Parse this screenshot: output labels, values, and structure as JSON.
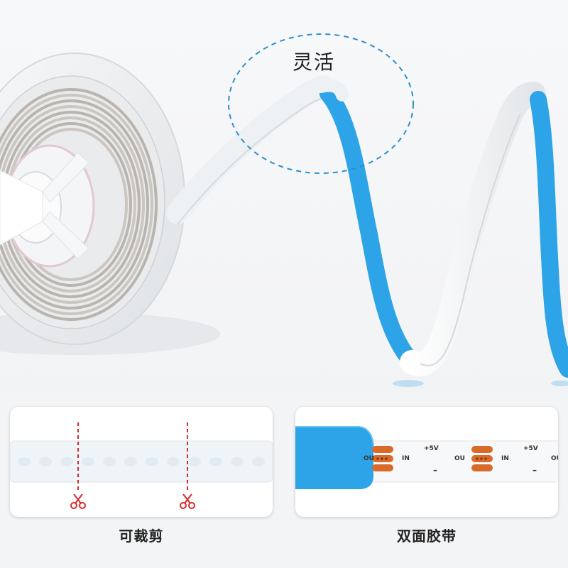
{
  "hero": {
    "flex_label": "灵活"
  },
  "panels": {
    "cut": {
      "caption": "可裁剪",
      "icon": "scissors-icon"
    },
    "tape": {
      "caption": "双面胶带",
      "pcb_labels": {
        "plus_1": "+5V",
        "plus_2": "+5V",
        "out_1": "OU",
        "in_1": "IN",
        "out_2": "OU",
        "in_2": "IN",
        "out_3": "OU",
        "minus_1": "–",
        "minus_2": "–"
      }
    }
  },
  "colors": {
    "tape_blue": "#2ea4e8",
    "strip_white": "#eef1f3",
    "cut_red": "#d62b2b",
    "pad_orange": "#d86a2a"
  }
}
